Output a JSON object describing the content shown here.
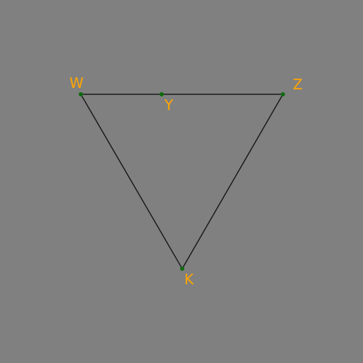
{
  "diagram": {
    "background_color": "#808080",
    "line_color": "#1a1a1a",
    "point_color": "#0f6b0f",
    "label_color": "#ffa500",
    "points": {
      "W": {
        "label": "W"
      },
      "Y": {
        "label": "Y"
      },
      "Z": {
        "label": "Z"
      },
      "K": {
        "label": "K"
      }
    },
    "segments": [
      {
        "from": "W",
        "to": "Z"
      },
      {
        "from": "Z",
        "to": "K"
      },
      {
        "from": "K",
        "to": "W"
      }
    ]
  }
}
